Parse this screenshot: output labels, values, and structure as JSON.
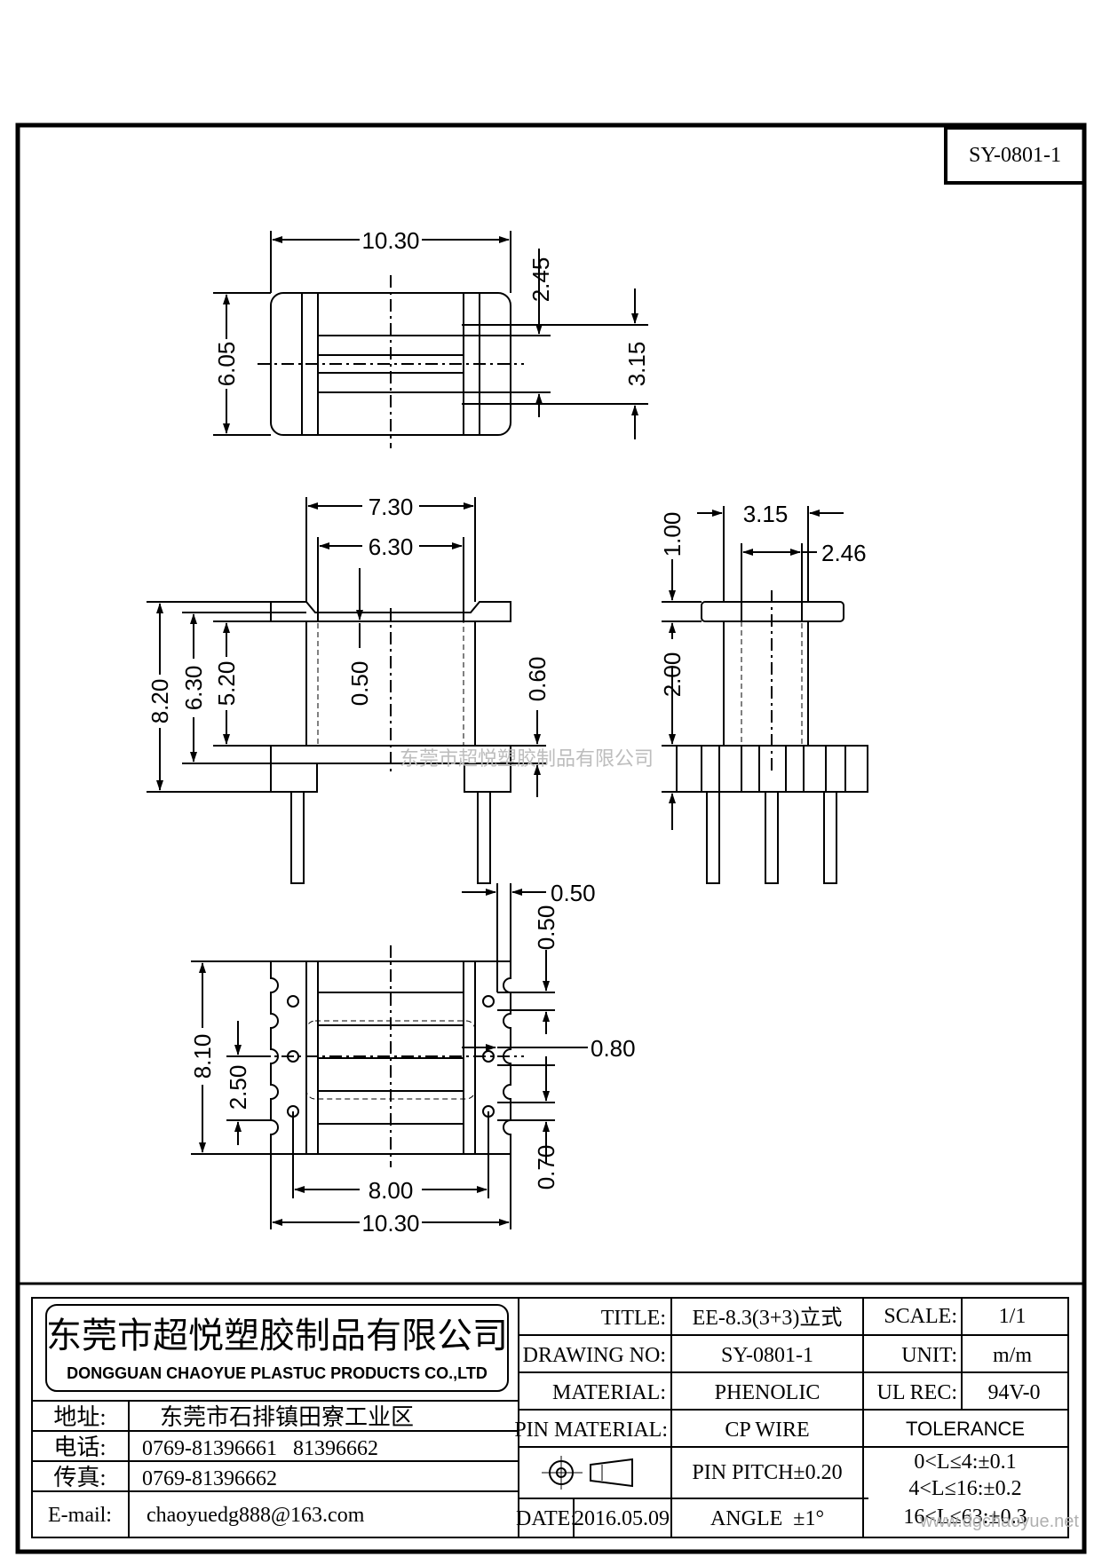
{
  "drawing_code": "SY-0801-1",
  "watermark": "东莞市超悦塑胶制品有限公司",
  "dimensions": {
    "top": {
      "width": "10.30",
      "height": "6.05",
      "inner": "2.45",
      "outer": "3.15"
    },
    "front": {
      "w_outer": "7.30",
      "w_inner": "6.30",
      "h_total": "8.20",
      "h_mid": "6.30",
      "h_inner": "5.20",
      "core": "0.50",
      "flange": "0.60"
    },
    "side": {
      "width": "3.15",
      "inner": "2.46",
      "top": "1.00",
      "mid": "2.00"
    },
    "bottom": {
      "pin_w": "0.50",
      "pin_gap": "0.50",
      "pitch": "0.80",
      "height": "8.10",
      "half": "2.50",
      "pin_off": "0.70",
      "inner_w": "8.00",
      "outer_w": "10.30"
    }
  },
  "company": {
    "name_cn": "东莞市超悦塑胶制品有限公司",
    "name_en": "DONGGUAN CHAOYUE PLASTUC PRODUCTS CO.,LTD",
    "address_label": "地址:",
    "address": "东莞市石排镇田寮工业区",
    "phone_label": "电话:",
    "phone": "0769-81396661   81396662",
    "fax_label": "传真:",
    "fax": "0769-81396662",
    "email_label": "E-mail:",
    "email": "chaoyuedg888@163.com"
  },
  "title_block": {
    "title_label": "TITLE:",
    "title": "EE-8.3(3+3)立式",
    "scale_label": "SCALE:",
    "scale": "1/1",
    "drawing_no_label": "DRAWING NO:",
    "drawing_no": "SY-0801-1",
    "unit_label": "UNIT:",
    "unit": "m/m",
    "material_label": "MATERIAL:",
    "material": "PHENOLIC",
    "ul_label": "UL REC:",
    "ul": "94V-0",
    "pin_material_label": "PIN MATERIAL:",
    "pin_material": "CP WIRE",
    "tolerance_label": "TOLERANCE",
    "pin_pitch": "PIN PITCH±0.20",
    "tol_1": "0<L≤4:±0.1",
    "tol_2": "4<L≤16:±0.2",
    "tol_3": "16<L≤63:±0.3",
    "date_label": "DATE:",
    "date": "2016.05.09",
    "angle": "ANGLE  ±1°",
    "site": "www.dgchaoyue.net"
  }
}
